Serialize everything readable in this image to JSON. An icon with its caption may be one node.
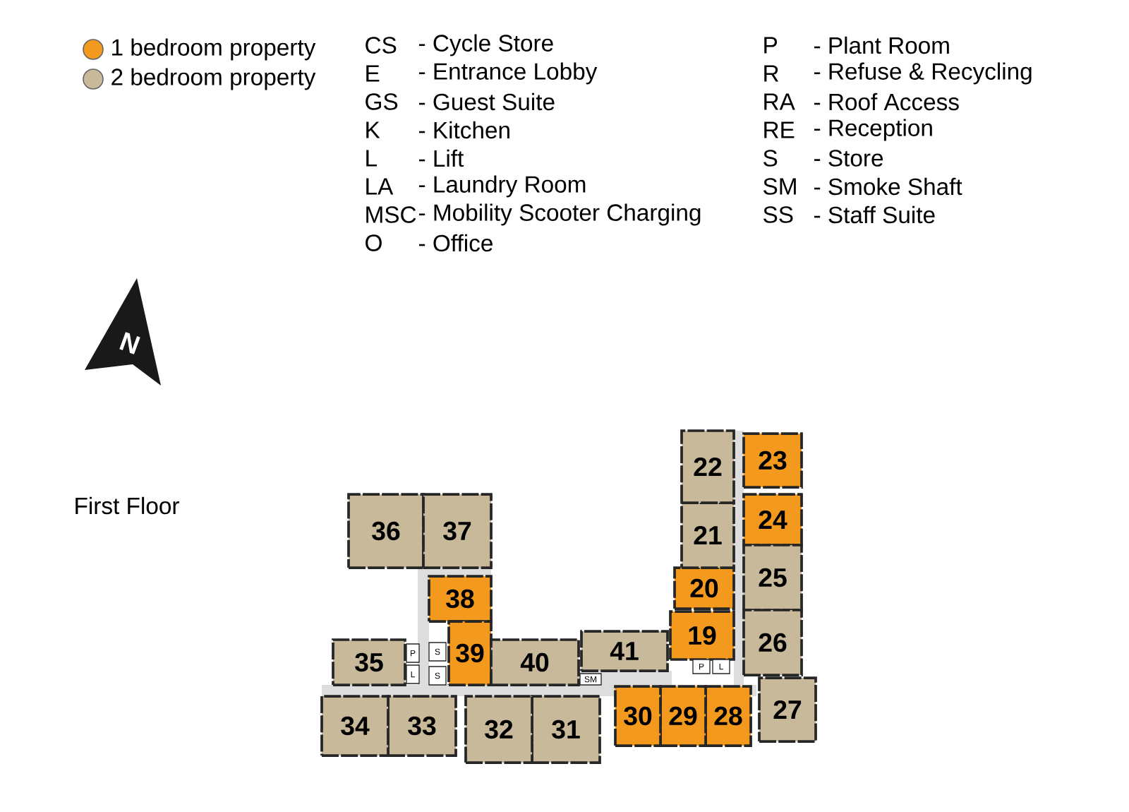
{
  "diagram": {
    "nodes": [
      {
        "text": [
          "19"
        ]
      },
      {
        "text": [
          "20"
        ]
      },
      {
        "text": [
          "21"
        ]
      },
      {
        "text": [
          "22"
        ]
      },
      {
        "text": [
          "23"
        ]
      },
      {
        "text": [
          "24"
        ]
      },
      {
        "text": [
          "25"
        ]
      },
      {
        "text": [
          "26"
        ]
      },
      {
        "text": [
          "27"
        ]
      },
      {
        "text": [
          "28"
        ]
      },
      {
        "text": [
          "29"
        ]
      },
      {
        "text": [
          "30"
        ]
      },
      {
        "text": [
          "31"
        ]
      },
      {
        "text": [
          "32"
        ]
      },
      {
        "text": [
          "33"
        ]
      },
      {
        "text": [
          "34"
        ]
      },
      {
        "text": [
          "35"
        ]
      },
      {
        "text": [
          "36"
        ]
      },
      {
        "text": [
          "37"
        ]
      },
      {
        "text": [
          "38"
        ]
      },
      {
        "text": [
          "39"
        ]
      },
      {
        "text": [
          "40"
        ]
      },
      {
        "text": [
          "41"
        ]
      },
      {
        "text": [
          "P"
        ]
      },
      {
        "text": [
          "L"
        ]
      },
      {
        "text": [
          "S"
        ]
      },
      {
        "text": [
          "S"
        ]
      },
      {
        "text": [
          "P"
        ]
      },
      {
        "text": [
          "L"
        ]
      },
      {
        "text": [
          "SM"
        ]
      }
    ],
    "labels": [
      "CS",
      "- Cycle Store",
      "P",
      "- Plant Room",
      "E",
      "- Entrance Lobby",
      "R",
      "- Refuse & Recycling",
      "GS",
      "- Guest Suite",
      "RA",
      "- Roof Access",
      "K",
      "- Kitchen",
      "RE",
      "- Reception",
      "L",
      "- Lift",
      "S",
      "- Store",
      "LA",
      "- Laundry Room",
      "SM",
      "- Smoke Shaft",
      "MSC",
      "- Mobility Scooter Charging",
      "SS",
      "- Staff Suite",
      "O",
      "- Office",
      "N",
      "First Floor"
    ],
    "legend": [
      {
        "text": "1 bedroom property",
        "color": "#f39a1e"
      },
      {
        "text": "2 bedroom property",
        "color": "#c9b99b"
      }
    ]
  }
}
